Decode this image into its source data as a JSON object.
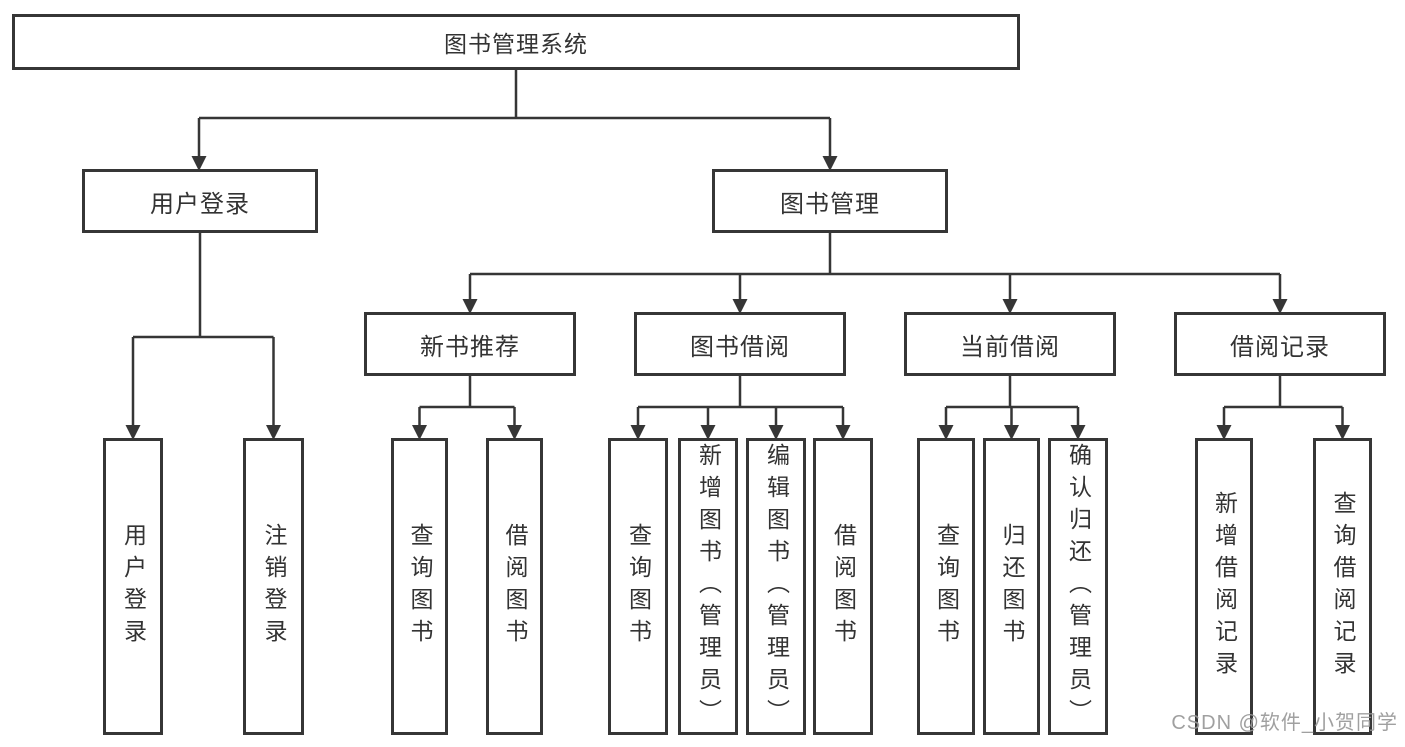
{
  "diagram": {
    "root": "图书管理系统",
    "level2": {
      "user_login": "用户登录",
      "book_management": "图书管理"
    },
    "level3": {
      "new_book_recommendation": "新书推荐",
      "book_borrowing": "图书借阅",
      "current_borrowing": "当前借阅",
      "borrowing_records": "借阅记录"
    },
    "leaves": {
      "user_login_action": "用户登录",
      "logout": "注销登录",
      "recommend_query_books": "查询图书",
      "recommend_borrow_books": "借阅图书",
      "borrow_query_books": "查询图书",
      "borrow_add_books": "新增图书（管理员）",
      "borrow_edit_books": "编辑图书（管理员）",
      "borrow_borrow_books": "借阅图书",
      "current_query_books": "查询图书",
      "current_return_books": "归还图书",
      "current_confirm_return": "确认归还（管理员）",
      "records_add_record": "新增借阅记录",
      "records_query_record": "查询借阅记录"
    }
  },
  "colors": {
    "line": "#363636",
    "box_border": "#363636",
    "text": "#333333",
    "watermark": "#989898",
    "background": "#ffffff"
  },
  "watermark": "CSDN @软件_小贺同学"
}
